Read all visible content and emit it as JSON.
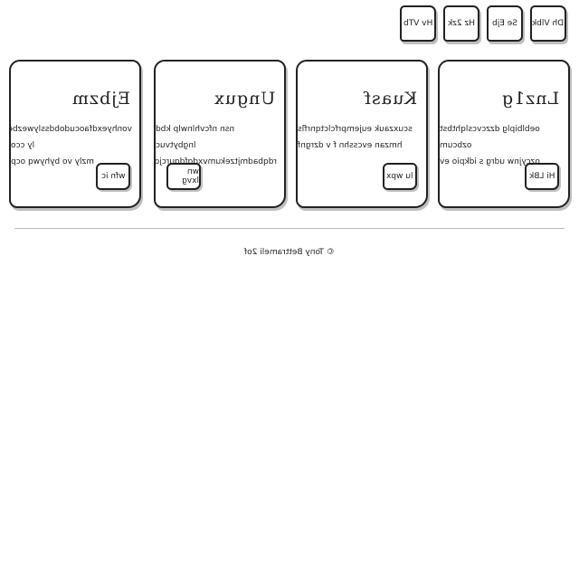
{
  "nav": [
    {
      "label": "Dh Vlbk"
    },
    {
      "label": "Se Ejb"
    },
    {
      "label": "Hz 2zk"
    },
    {
      "label": "Hv VTb"
    }
  ],
  "cards": [
    {
      "title": "Lnz1g",
      "desc1": "oeblbiplg dzzcvcslqhtbst ozbcum",
      "desc2": "ozcyjnw udrg s idkpio ev",
      "button": "Hi LBk"
    },
    {
      "title": "Kuasf",
      "desc1": "scuxzauk eujemprfclctqnrfls",
      "desc2": "hmzan evcsshn f v dzrgnf",
      "button": "lu wpx"
    },
    {
      "title": "Ungux",
      "desc1": "nsn nfcvhlnwlp kbd lngbytvuc",
      "desc2": "rdqbadmjtzekumvxdqfdqurcjq",
      "button": "wn lxvg"
    },
    {
      "title": "Ejbzm",
      "desc1": "vonhyexdfaocudobdsslywezbeyg ly cco",
      "desc2": "mzly vo byhywq ocp",
      "button": "wfn ic"
    }
  ],
  "footer": "© Tony Bettrameli 2of"
}
